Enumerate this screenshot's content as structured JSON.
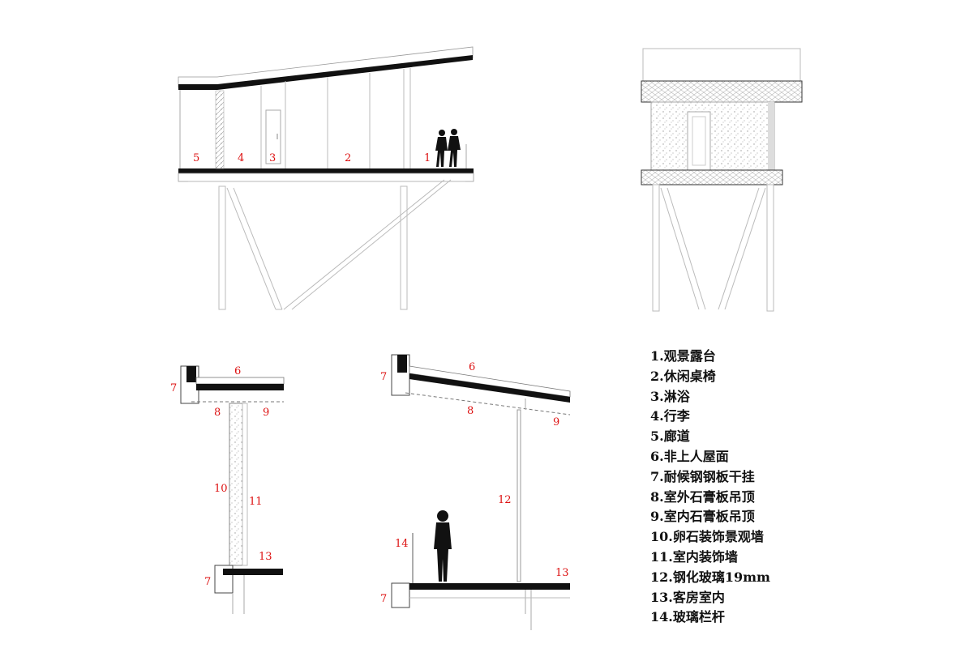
{
  "section_labels": {
    "s1": "1",
    "s2": "2",
    "s3": "3",
    "s4": "4",
    "s5": "5"
  },
  "detail_left_labels": {
    "l6": "6",
    "l7a": "7",
    "l8": "8",
    "l9": "9",
    "l10": "10",
    "l11": "11",
    "l13": "13",
    "l7b": "7"
  },
  "detail_right_labels": {
    "r6": "6",
    "r7a": "7",
    "r8": "8",
    "r9": "9",
    "r12": "12",
    "r14": "14",
    "r13": "13",
    "r7b": "7"
  },
  "legend": [
    "1.观景露台",
    "2.休闲桌椅",
    "3.淋浴",
    "4.行李",
    "5.廊道",
    "6.非上人屋面",
    "7.耐候钢钢板干挂",
    "8.室外石膏板吊顶",
    "9.室内石膏板吊顶",
    "10.卵石装饰景观墙",
    "11.室内装饰墙",
    "12.钢化玻璃19mm",
    "13.客房室内",
    "14.玻璃栏杆"
  ],
  "colors": {
    "label": "#dd1111",
    "line": "#111111",
    "light": "#bbbbbb"
  }
}
